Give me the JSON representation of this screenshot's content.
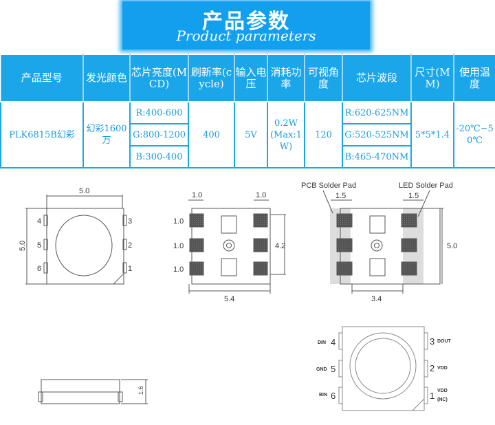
{
  "banner": {
    "title": "产品参数",
    "subtitle": "Product parameters"
  },
  "table": {
    "headers": [
      "产品型号",
      "发光颜色",
      "芯片亮度(MCD)",
      "刷新率(cycle)",
      "输入电压",
      "消耗功率",
      "可视角度",
      "芯片波段",
      "尺寸(MM)",
      "使用温度"
    ],
    "model": "PLK6815B幻彩",
    "color": "幻彩1600万",
    "brightness": [
      "R:400-600",
      "G:800-1200",
      "B:300-400"
    ],
    "refresh": "400",
    "voltage": "5V",
    "power": "0.2W(Max:1W)",
    "angle": "120",
    "wavelength": [
      "R:620-625NM",
      "G:520-525NM",
      "B:465-470NM"
    ],
    "size": "5*5*1.4",
    "temp": "-20℃~50℃"
  },
  "drawings": {
    "top": {
      "width": "5.0",
      "height": "5.0",
      "pins": [
        "4",
        "5",
        "6",
        "3",
        "2",
        "1"
      ]
    },
    "bottom": {
      "pad_w1": "1.0",
      "pad_w2": "1.0",
      "pad_h": [
        "1.0",
        "1.0",
        "1.0"
      ],
      "pitch": "4.2",
      "width": "5.4"
    },
    "pcb": {
      "pcb_label": "PCB Solder Pad",
      "led_label": "LED Solder Pad",
      "w1": "1.5",
      "w2": "1.5",
      "height": "5.0",
      "gap": "3.4"
    },
    "side": {
      "height": "1.6"
    },
    "pinout": {
      "left": [
        {
          "num": "4",
          "name": "DIN"
        },
        {
          "num": "5",
          "name": "GND"
        },
        {
          "num": "6",
          "name": "BIN"
        }
      ],
      "right": [
        {
          "num": "3",
          "name": "DOUT"
        },
        {
          "num": "2",
          "name": "VDD"
        },
        {
          "num": "1",
          "name": "VDD",
          "note": "(NC)"
        }
      ]
    }
  }
}
